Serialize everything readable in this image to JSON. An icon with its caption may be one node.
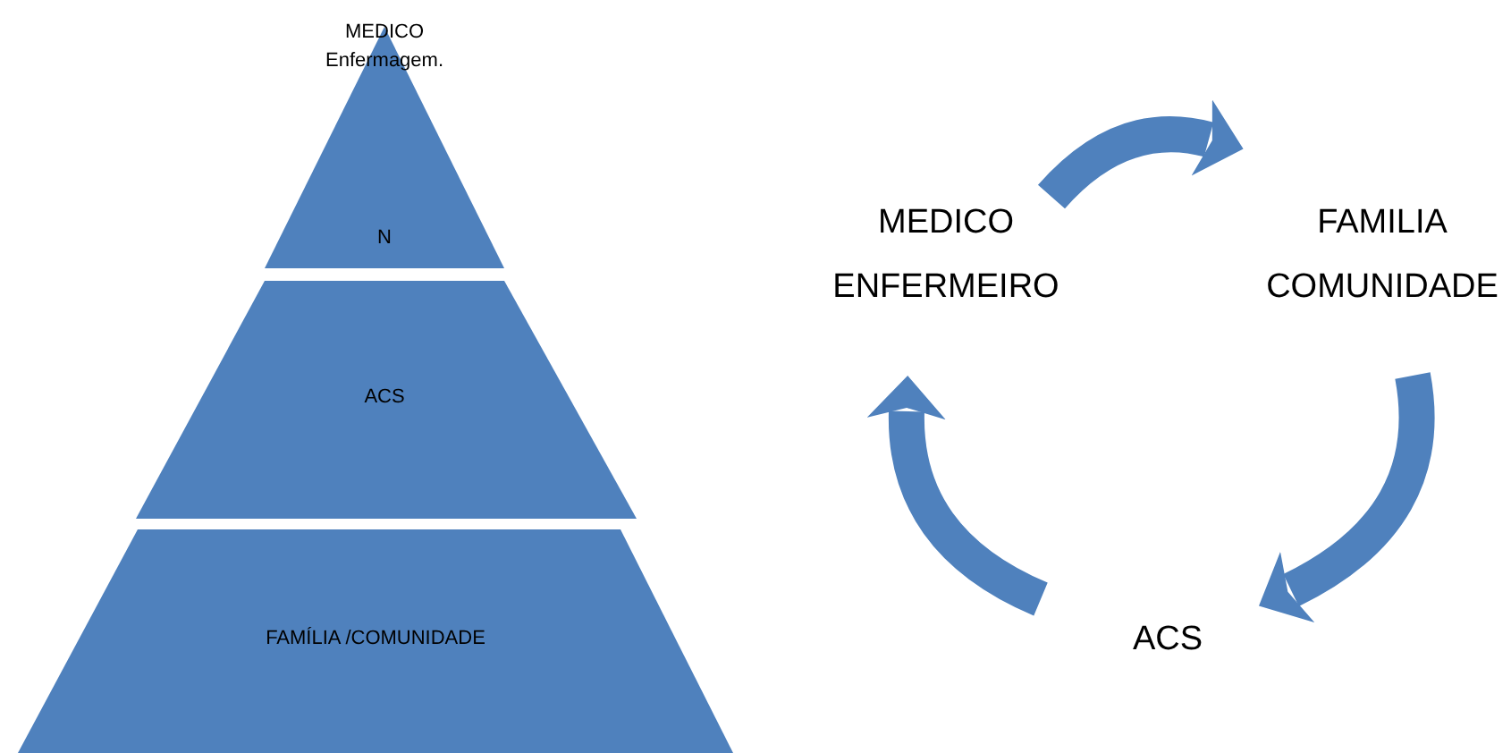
{
  "diagram": {
    "nodes": [
      {
        "text": [
          "MEDICO Enfermagem.",
          "N"
        ]
      },
      {
        "text": [
          "ACS"
        ]
      },
      {
        "text": [
          "FAMÍLIA /COMUNIDADE"
        ]
      },
      {
        "text": [
          "MEDICO ENFERMEIRO"
        ]
      },
      {
        "text": [
          "FAMILIA COMUNIDADE"
        ]
      },
      {
        "text": [
          "ACS"
        ]
      }
    ],
    "edges": [
      {
        "from": 3,
        "to": 4,
        "arrow": "to"
      },
      {
        "from": 4,
        "to": 5,
        "arrow": "to"
      },
      {
        "from": 5,
        "to": 3,
        "arrow": "to"
      }
    ]
  }
}
